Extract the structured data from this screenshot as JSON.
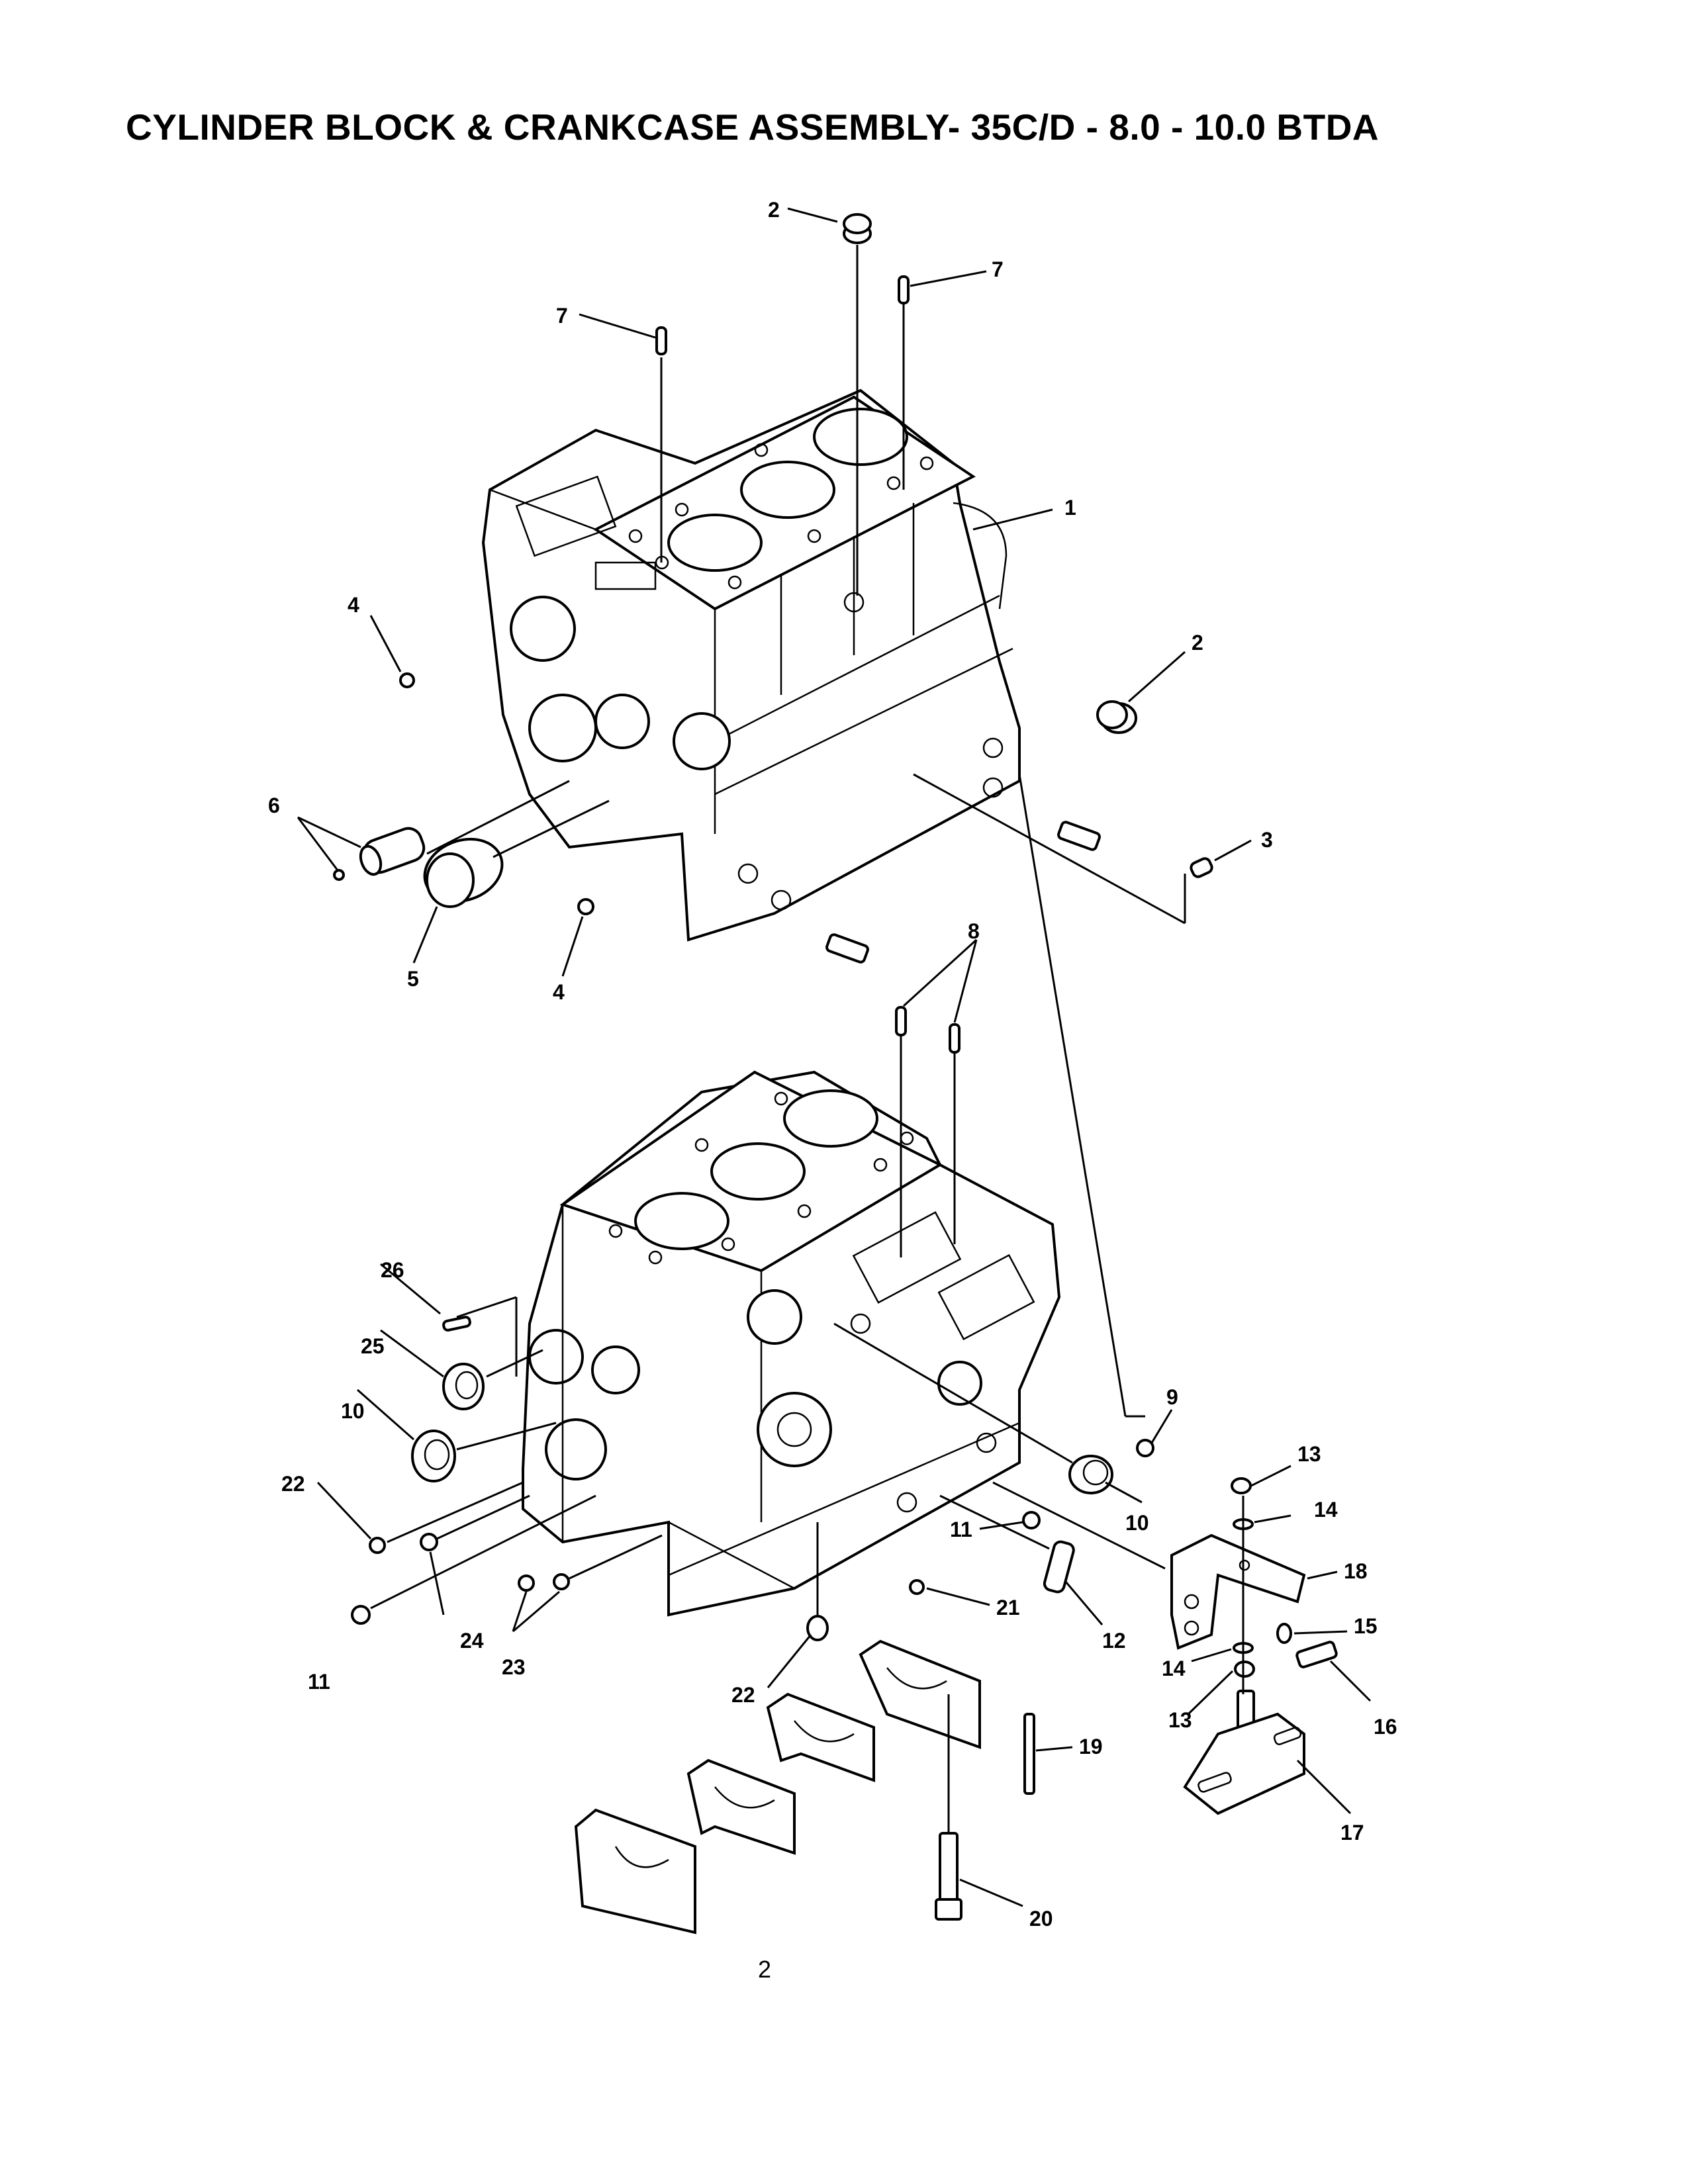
{
  "title": "CYLINDER BLOCK & CRANKCASE ASSEMBLY- 35C/D - 8.0 - 10.0 BTDA",
  "page_number": "2",
  "callouts": {
    "c1": "1",
    "c2a": "2",
    "c2b": "2",
    "c3": "3",
    "c4a": "4",
    "c4b": "4",
    "c5": "5",
    "c6": "6",
    "c7a": "7",
    "c7b": "7",
    "c8": "8",
    "c9": "9",
    "c10a": "10",
    "c10b": "10",
    "c11a": "11",
    "c11b": "11",
    "c12": "12",
    "c13a": "13",
    "c13b": "13",
    "c14a": "14",
    "c14b": "14",
    "c15": "15",
    "c16": "16",
    "c17": "17",
    "c18": "18",
    "c19": "19",
    "c20": "20",
    "c21": "21",
    "c22a": "22",
    "c22b": "22",
    "c23": "23",
    "c24": "24",
    "c25": "25",
    "c26": "26"
  }
}
